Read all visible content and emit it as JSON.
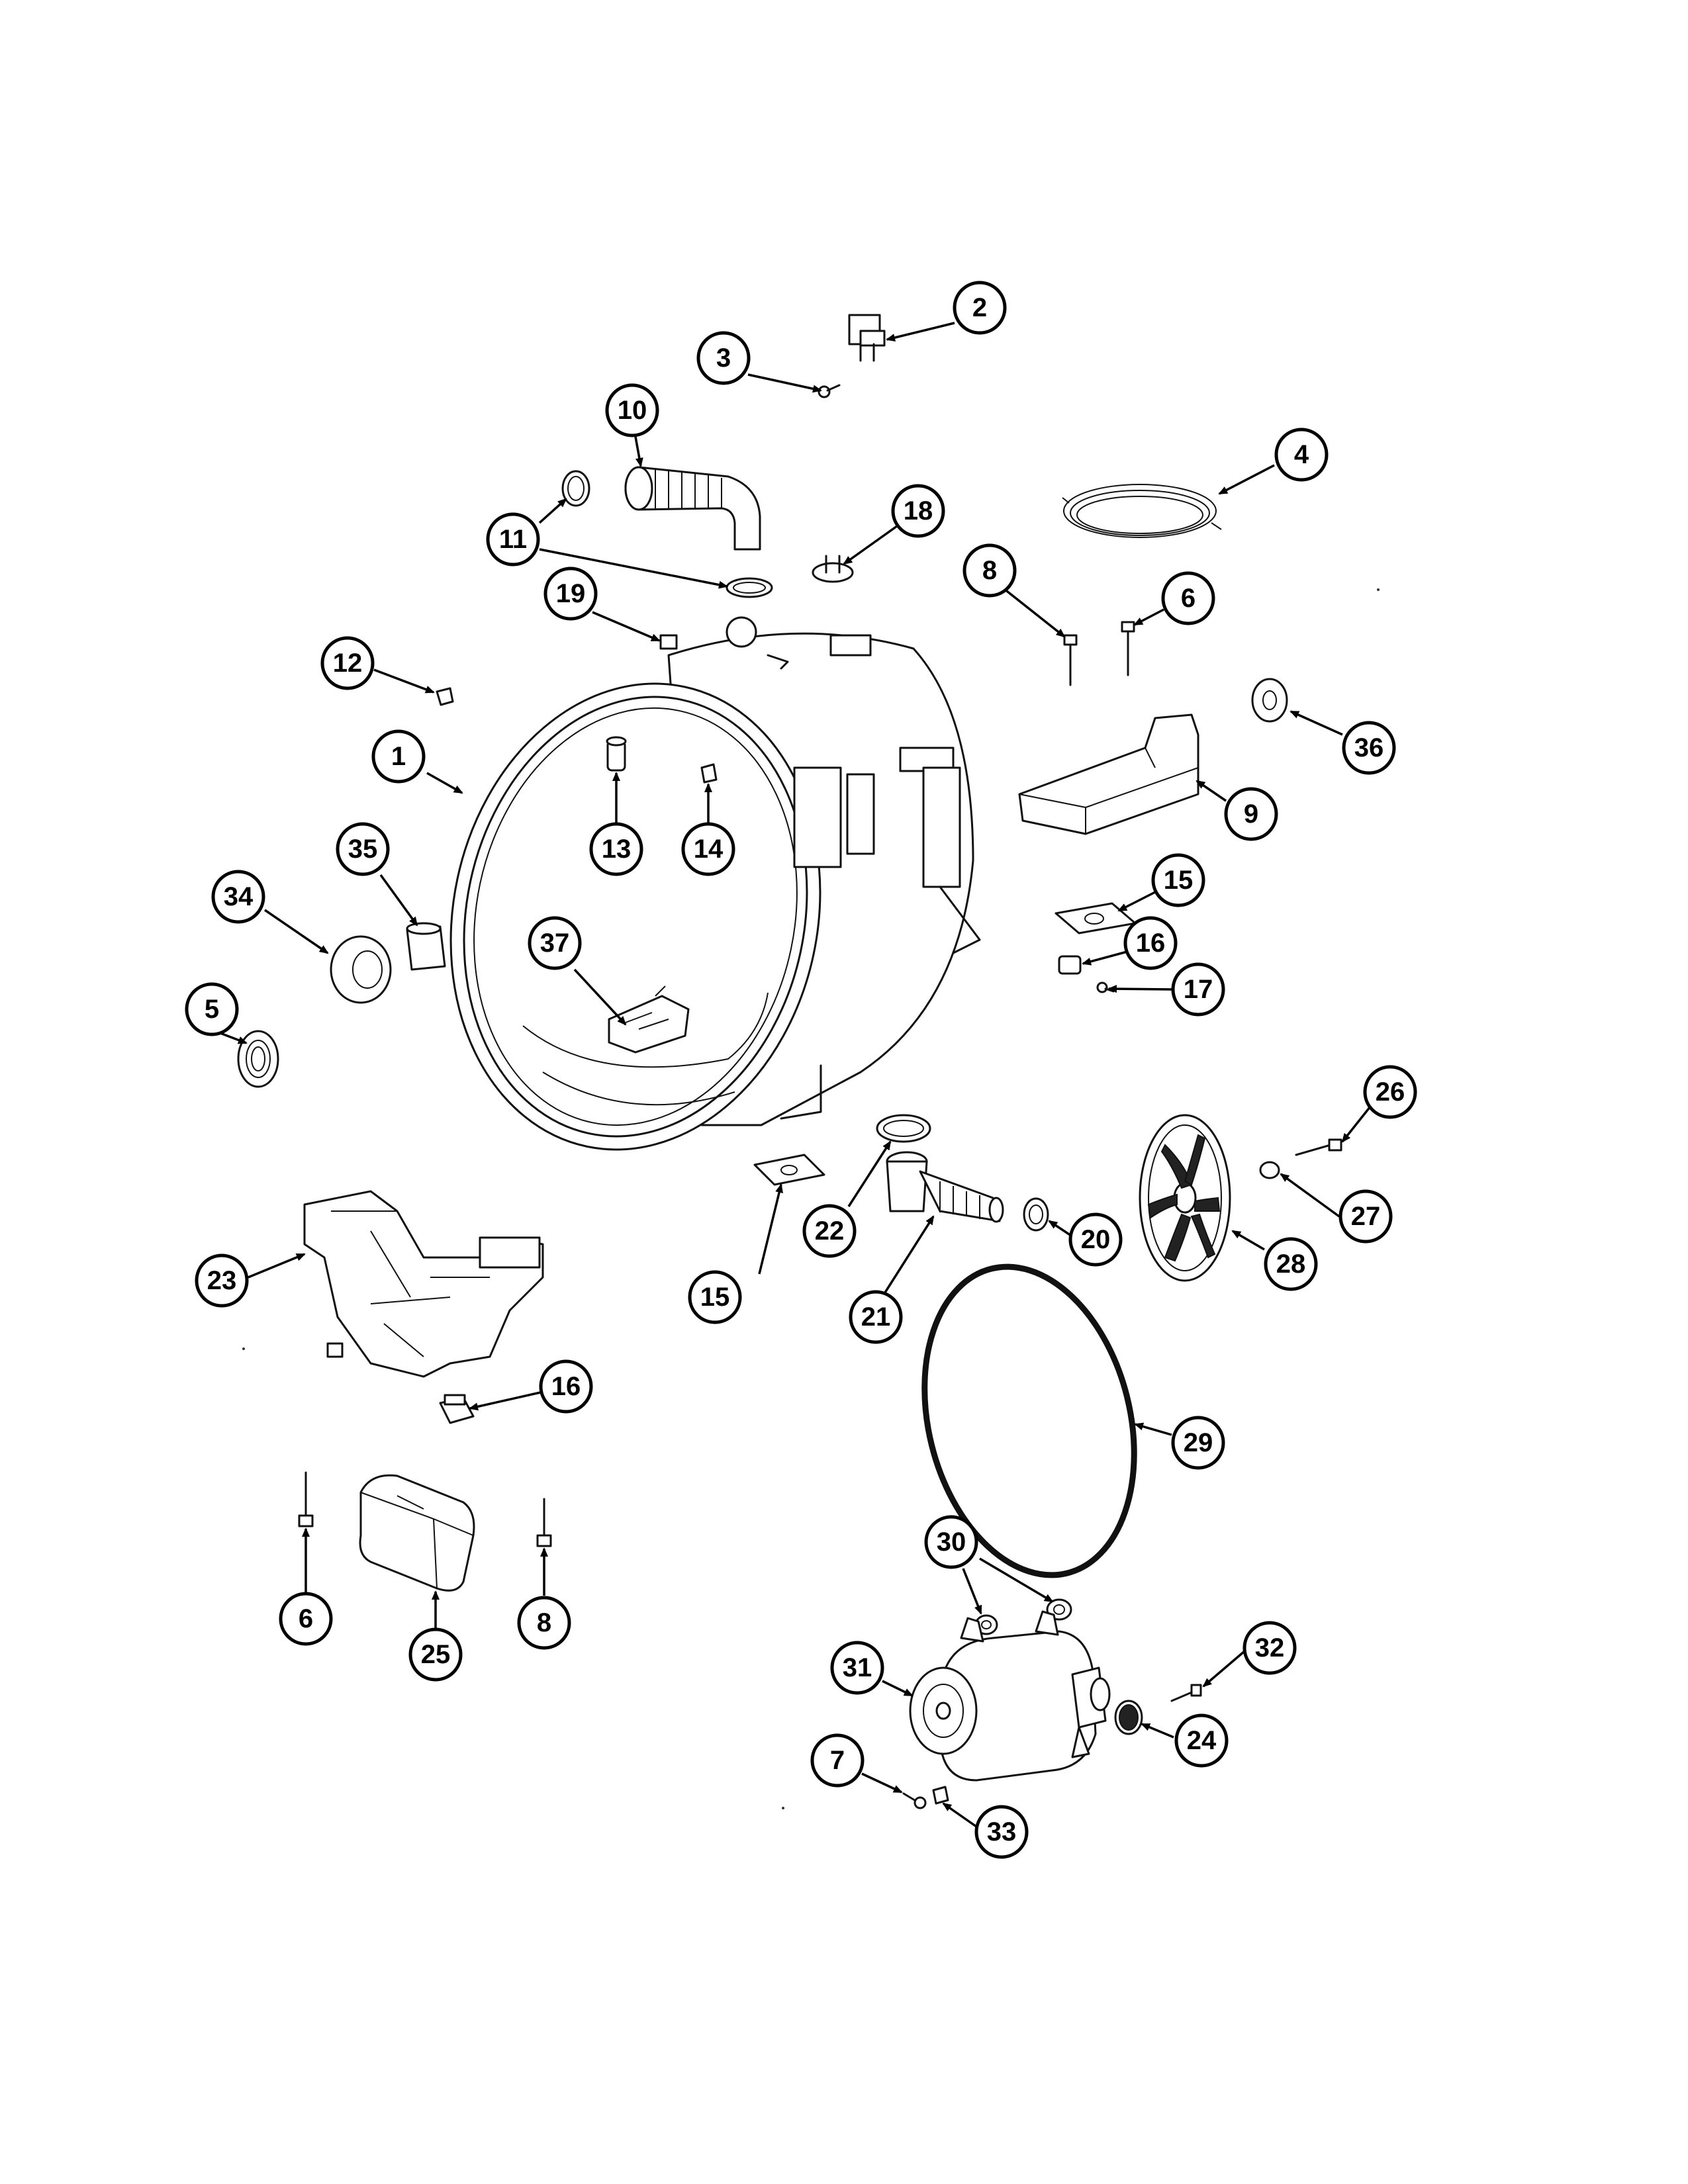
{
  "callouts": [
    {
      "id": "c1",
      "label": "1"
    },
    {
      "id": "c2",
      "label": "2"
    },
    {
      "id": "c3",
      "label": "3"
    },
    {
      "id": "c4",
      "label": "4"
    },
    {
      "id": "c5",
      "label": "5"
    },
    {
      "id": "c6a",
      "label": "6"
    },
    {
      "id": "c6b",
      "label": "6"
    },
    {
      "id": "c7",
      "label": "7"
    },
    {
      "id": "c8a",
      "label": "8"
    },
    {
      "id": "c8b",
      "label": "8"
    },
    {
      "id": "c9",
      "label": "9"
    },
    {
      "id": "c10",
      "label": "10"
    },
    {
      "id": "c11",
      "label": "11"
    },
    {
      "id": "c12",
      "label": "12"
    },
    {
      "id": "c13",
      "label": "13"
    },
    {
      "id": "c14",
      "label": "14"
    },
    {
      "id": "c15a",
      "label": "15"
    },
    {
      "id": "c15b",
      "label": "15"
    },
    {
      "id": "c16a",
      "label": "16"
    },
    {
      "id": "c16b",
      "label": "16"
    },
    {
      "id": "c17",
      "label": "17"
    },
    {
      "id": "c18",
      "label": "18"
    },
    {
      "id": "c19",
      "label": "19"
    },
    {
      "id": "c20",
      "label": "20"
    },
    {
      "id": "c21",
      "label": "21"
    },
    {
      "id": "c22",
      "label": "22"
    },
    {
      "id": "c23",
      "label": "23"
    },
    {
      "id": "c24",
      "label": "24"
    },
    {
      "id": "c25",
      "label": "25"
    },
    {
      "id": "c26",
      "label": "26"
    },
    {
      "id": "c27",
      "label": "27"
    },
    {
      "id": "c28",
      "label": "28"
    },
    {
      "id": "c29",
      "label": "29"
    },
    {
      "id": "c30",
      "label": "30"
    },
    {
      "id": "c31",
      "label": "31"
    },
    {
      "id": "c32",
      "label": "32"
    },
    {
      "id": "c33",
      "label": "33"
    },
    {
      "id": "c34",
      "label": "34"
    },
    {
      "id": "c35",
      "label": "35"
    },
    {
      "id": "c36",
      "label": "36"
    },
    {
      "id": "c37",
      "label": "37"
    }
  ]
}
